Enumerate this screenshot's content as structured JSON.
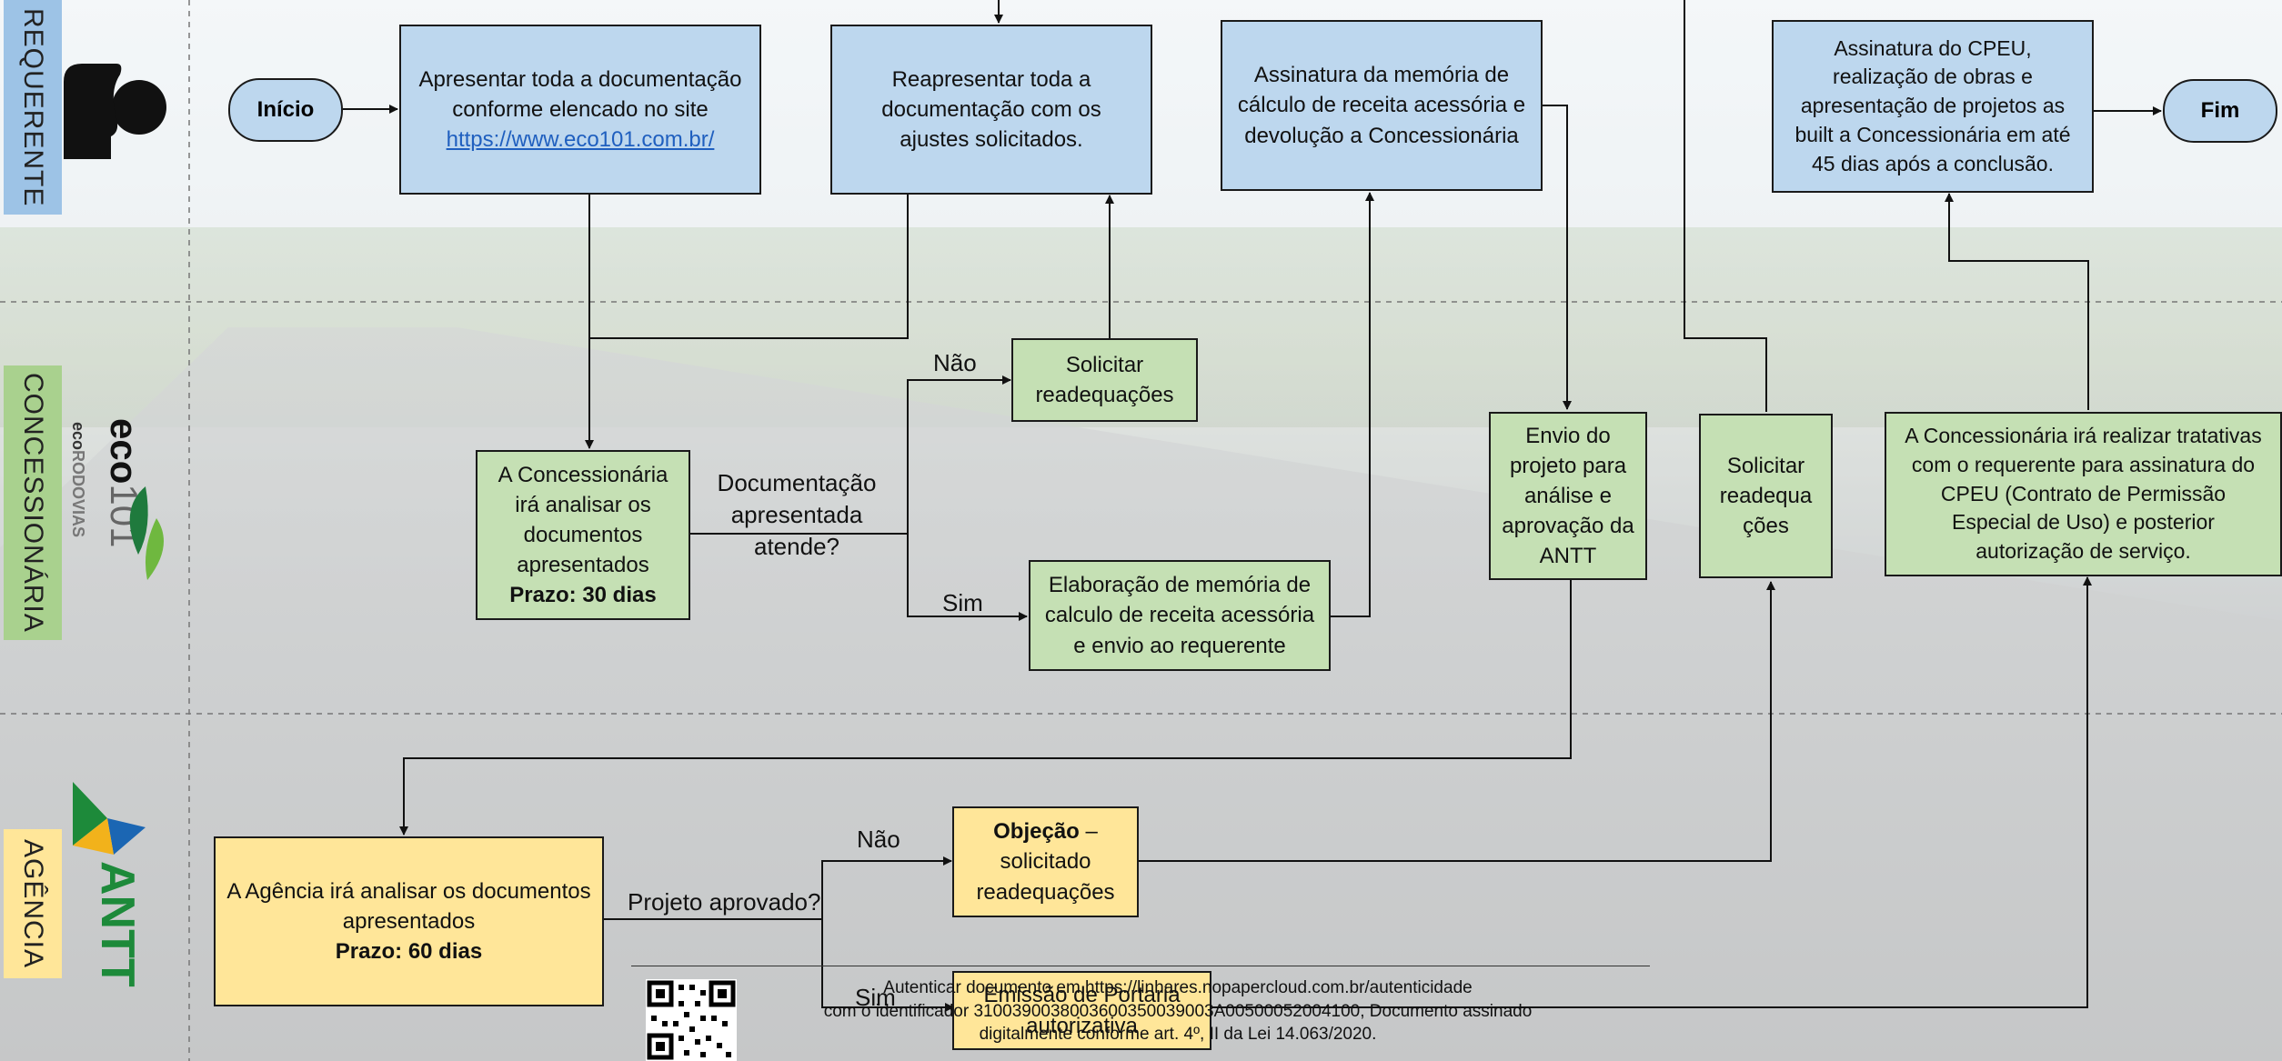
{
  "lanes": {
    "requerente": "REQUERENTE",
    "concessionaria": "CONCESSIONÁRIA",
    "agencia": "AGÊNCIA"
  },
  "colors": {
    "blue_box": "#bdd7ee",
    "green_box": "#c5e0b4",
    "yellow_box": "#ffe699"
  },
  "icons": [
    "person-icon",
    "eco101-logo",
    "antt-logo",
    "qr-code"
  ],
  "logos": {
    "eco_main": "eco101",
    "eco_sub": "ecoRODOVIAS",
    "antt": "ANTT"
  },
  "nodes": {
    "inicio": "Início",
    "fim": "Fim",
    "apresentar_text": "Apresentar toda a documentação conforme elencado no site",
    "apresentar_link": "https://www.eco101.com.br/",
    "reapresentar": "Reapresentar toda a documentação com os ajustes solicitados.",
    "assinatura_memoria": "Assinatura da memória de cálculo de receita acessória e devolução a Concessionária",
    "assinatura_cpeu": "Assinatura do CPEU, realização de obras e apresentação de projetos as built a Concessionária em até 45 dias após a conclusão.",
    "concessionaria_analisar": "A Concessionária irá analisar os documentos apresentados",
    "concessionaria_prazo": "Prazo: 30 dias",
    "solicitar_readequacoes": "Solicitar readequações",
    "elaboracao_memoria": "Elaboração de memória de calculo de receita acessória e envio ao requerente",
    "envio_projeto": "Envio do projeto para análise e aprovação da ANTT",
    "solicitar_readequacoes_2": "Solicitar readequa ções",
    "concessionaria_tratativas": "A Concessionária irá realizar tratativas com o requerente para assinatura do CPEU (Contrato de Permissão Especial de Uso) e posterior autorização de serviço.",
    "agencia_analisar": "A Agência irá analisar os documentos apresentados",
    "agencia_prazo": "Prazo: 60 dias",
    "objecao_bold": "Objeção",
    "objecao_rest": "– solicitado readequações",
    "emissao_portaria": "Emissão de Portaria autorizativa"
  },
  "labels": {
    "documentacao_atende": "Documentação apresentada atende?",
    "nao_1": "Não",
    "sim_1": "Sim",
    "projeto_aprovado": "Projeto aprovado?",
    "nao_2": "Não",
    "sim_2": "Sim"
  },
  "footer": {
    "line1": "Autenticar documento em https://linhares.nopapercloud.com.br/autenticidade",
    "line2": "com o identificador 3100390038003600350039003A00500052004100, Documento assinado",
    "line3": "digitalmente conforme art. 4º, II da Lei 14.063/2020."
  }
}
